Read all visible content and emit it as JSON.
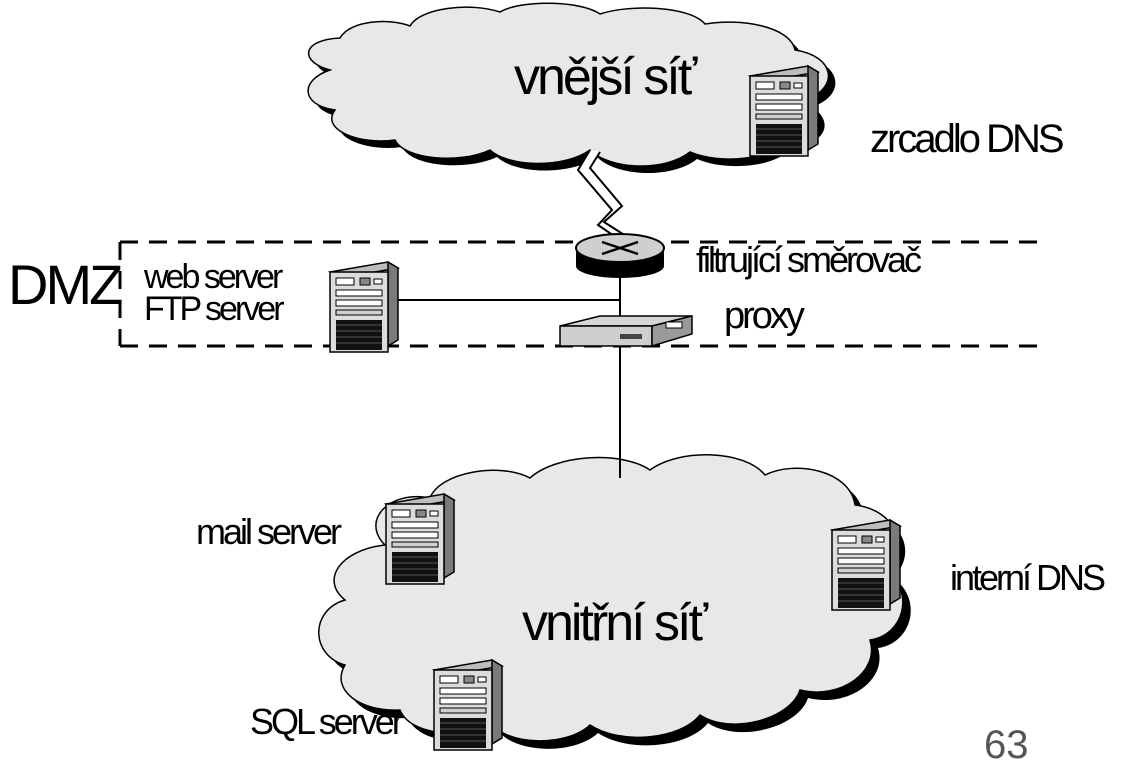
{
  "diagram": {
    "external_network": "vnější síť",
    "internal_network": "vnitřní síť",
    "dmz": "DMZ",
    "nodes": {
      "dns_mirror": "zrcadlo DNS",
      "router": "filtrující směrovač",
      "proxy": "proxy",
      "web_server": "web server",
      "ftp_server": "FTP server",
      "mail_server": "mail server",
      "internal_dns": "interní DNS",
      "sql_server": "SQL server"
    }
  },
  "page_number": "63",
  "colors": {
    "cloud_fill": "#e8e8e8",
    "shadow": "#000000",
    "line": "#000000"
  }
}
